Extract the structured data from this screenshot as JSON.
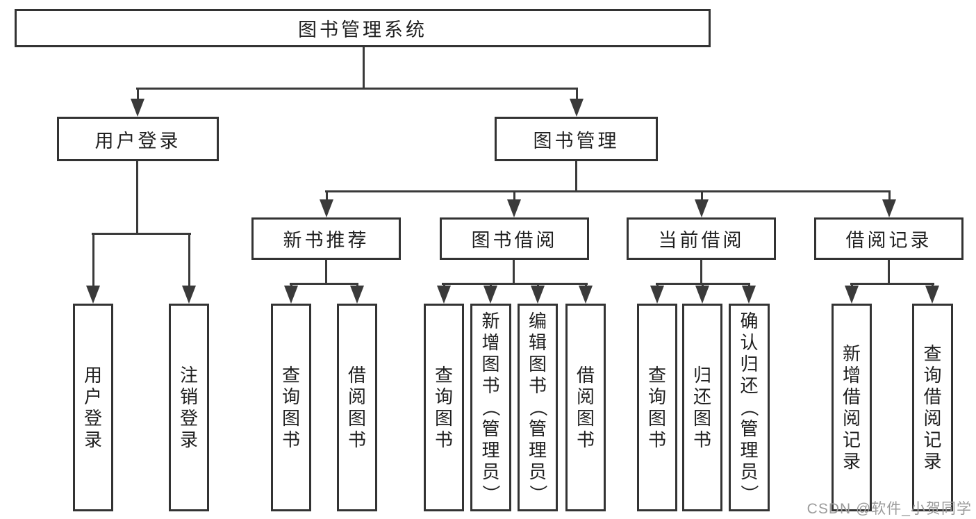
{
  "diagram": {
    "type": "org-tree",
    "root": "图书管理系统",
    "branches": [
      {
        "label": "用户登录",
        "children": [
          "用户登录",
          "注销登录"
        ]
      },
      {
        "label": "图书管理",
        "children": [
          {
            "label": "新书推荐",
            "children": [
              "查询图书",
              "借阅图书"
            ]
          },
          {
            "label": "图书借阅",
            "children": [
              "查询图书",
              "新增图书（管理员）",
              "编辑图书（管理员）",
              "借阅图书"
            ]
          },
          {
            "label": "当前借阅",
            "children": [
              "查询图书",
              "归还图书",
              "确认归还（管理员）"
            ]
          },
          {
            "label": "借阅记录",
            "children": [
              "新增借阅记录",
              "查询借阅记录"
            ]
          }
        ]
      }
    ],
    "colors": {
      "border": "#333333",
      "text": "#1f1f1f",
      "line": "#3a3a3a",
      "background": "#ffffff"
    }
  },
  "watermark": {
    "text": "CSDN @软件_小贺同学",
    "color": "#9b9b9b"
  }
}
